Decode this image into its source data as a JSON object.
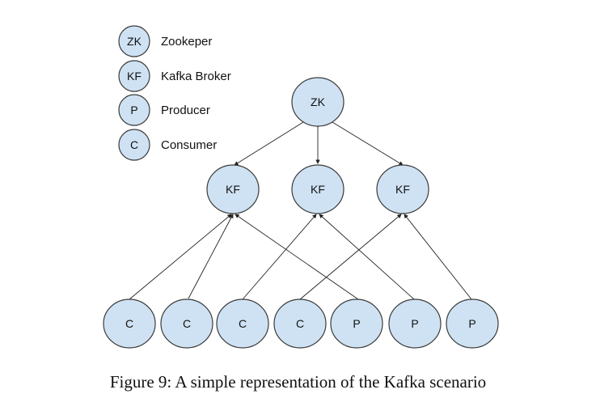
{
  "legend": [
    {
      "abbr": "ZK",
      "label": "Zookeper"
    },
    {
      "abbr": "KF",
      "label": "Kafka Broker"
    },
    {
      "abbr": "P",
      "label": "Producer"
    },
    {
      "abbr": "C",
      "label": "Consumer"
    }
  ],
  "nodes": {
    "zk": "ZK",
    "kf1": "KF",
    "kf2": "KF",
    "kf3": "KF",
    "c1": "C",
    "c2": "C",
    "c3": "C",
    "c4": "C",
    "p1": "P",
    "p2": "P",
    "p3": "P"
  },
  "caption": "Figure 9: A simple representation of the Kafka scenario",
  "colors": {
    "node_fill": "#cfe2f3",
    "node_stroke": "#3b3b3b"
  }
}
